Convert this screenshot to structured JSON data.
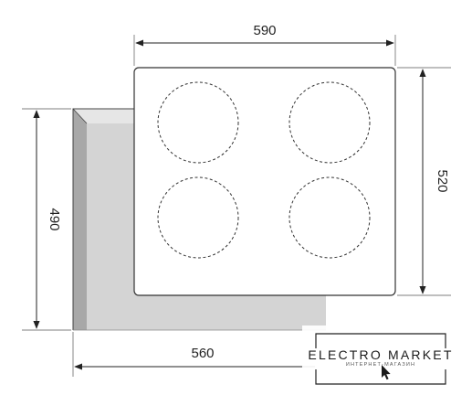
{
  "dimensions": {
    "top_width": "590",
    "right_height": "520",
    "left_height": "490",
    "bottom_width": "560"
  },
  "burners": {
    "count": 4
  },
  "watermark": {
    "brand": "ELECTRO MARKET",
    "tagline": "ИНТЕРНЕТ-МАГАЗИН",
    "icon": "cursor-arrow-icon"
  },
  "colors": {
    "line": "#333333",
    "cutout_fill": "#d4d4d4",
    "cutout_edge": "#a8a8a8",
    "hob_fill": "#ffffff"
  }
}
